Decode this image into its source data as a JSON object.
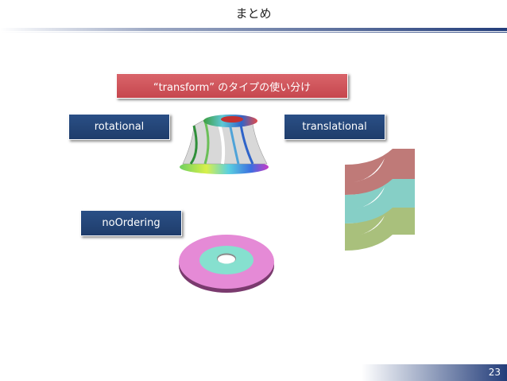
{
  "slide": {
    "title": "まとめ",
    "page_number": "23"
  },
  "labels": {
    "heading": "“transform” のタイプの使い分け",
    "rotational": "rotational",
    "translational": "translational",
    "noOrdering": "noOrdering"
  },
  "colors": {
    "accent_red": "#c6474e",
    "accent_blue": "#1f3d6b",
    "rule_blue": "#233d7a",
    "disk_outer": "#e58ad6",
    "disk_inner": "#86e0cf",
    "band_red": "#bf7a78",
    "band_teal": "#86cfc6",
    "band_green": "#a9c07c"
  },
  "icons": {
    "impeller": "impeller-icon",
    "blade-cascade": "blade-cascade-icon",
    "disk": "disk-icon"
  }
}
